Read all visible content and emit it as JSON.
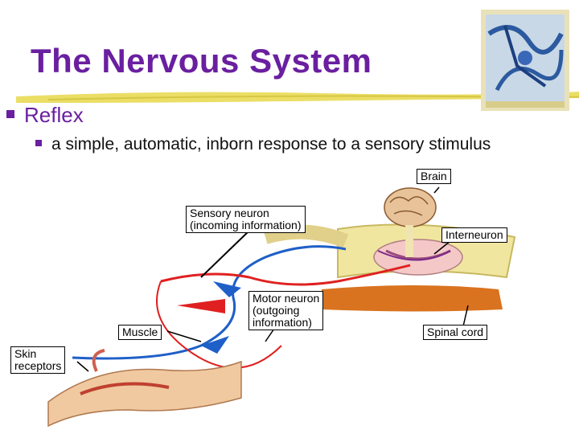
{
  "slide": {
    "title": "The Nervous System",
    "bullet_main": "Reflex",
    "bullet_sub": "a simple, automatic, inborn response to a sensory stimulus"
  },
  "diagram": {
    "labels": {
      "brain": "Brain",
      "sensory_line1": "Sensory neuron",
      "sensory_line2": "(incoming information)",
      "interneuron": "Interneuron",
      "motor_line1": "Motor neuron",
      "motor_line2": "(outgoing",
      "motor_line3": "information)",
      "muscle": "Muscle",
      "spinal_cord": "Spinal cord",
      "skin_line1": "Skin",
      "skin_line2": "receptors"
    }
  },
  "colors": {
    "title": "#6a1fa0",
    "accent_underline": "#e8d84a",
    "sensory_neuron": "#1f5fc8",
    "motor_neuron": "#e02020",
    "spinal_cord": "#d9731f"
  }
}
